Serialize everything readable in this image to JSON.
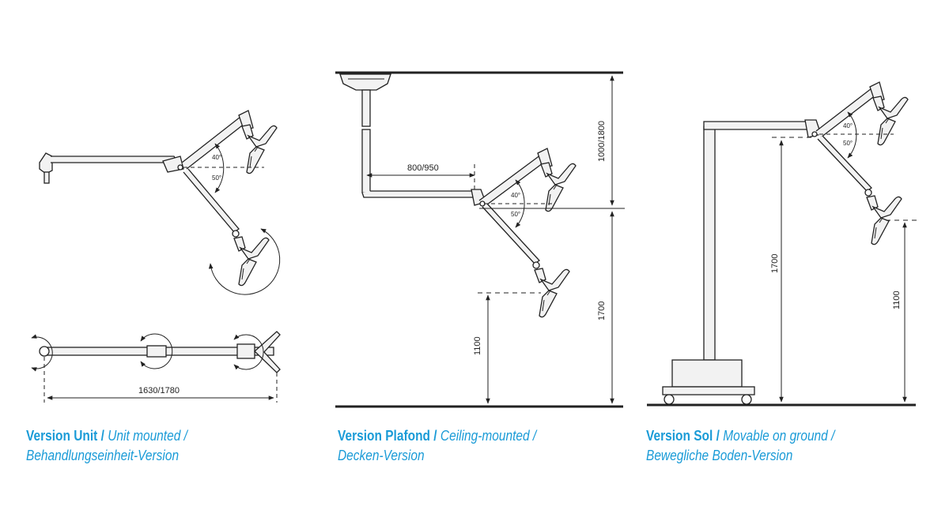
{
  "dimensions": {
    "unit_length": "1630/1780",
    "ceiling_arm": "800/950",
    "ceiling_drop": "1000/1800",
    "ceiling_height": "1700",
    "ceiling_lamp": "1100",
    "floor_height": "1700",
    "floor_lamp": "1100"
  },
  "angles": {
    "up": "40°",
    "down": "50°"
  },
  "captions": {
    "unit": {
      "bold": "Version Unit /",
      "italic1": "Unit mounted /",
      "italic2": "Behandlungseinheit-Version"
    },
    "ceiling": {
      "bold": "Version Plafond /",
      "italic1": "Ceiling-mounted /",
      "italic2": "Decken-Version"
    },
    "floor": {
      "bold": "Version Sol /",
      "italic1": "Movable on ground /",
      "italic2": "Bewegliche Boden-Version"
    }
  },
  "colors": {
    "caption": "#1a9bd7",
    "line": "#222222",
    "fill": "#f2f2f2"
  }
}
